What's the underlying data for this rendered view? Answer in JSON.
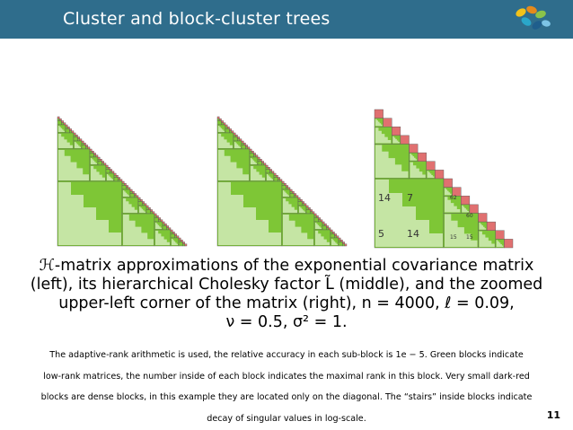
{
  "slide": {
    "title": "Cluster and block-cluster trees",
    "page_number": "11"
  },
  "caption": {
    "line1": "ℋ-matrix approximations of the exponential covariance matrix",
    "line2": "(left), its hierarchical Cholesky factor L̃ (middle), and the zoomed",
    "line3": "upper-left corner of the matrix (right), n = 4000, ℓ = 0.09,",
    "line4": "ν = 0.5, σ² = 1."
  },
  "note": {
    "line1": "The adaptive-rank arithmetic is used, the relative accuracy in each sub-block is 1e − 5. Green blocks indicate",
    "line2": "low-rank matrices, the number inside of each block indicates the maximal rank in this block. Very small dark-red",
    "line3": "blocks are dense blocks, in this example they are located only on the diagonal. The “stairs” inside blocks indicate",
    "line4": "decay of singular values in log-scale."
  },
  "zoom_labels": {
    "rank_14_a": "14",
    "rank_7": "7",
    "rank_5": "5",
    "rank_14_b": "14",
    "rank_15_a": "15",
    "rank_15_b": "15",
    "rank_62": "62",
    "rank_60": "60"
  },
  "colors": {
    "header": "#2f6d8c",
    "lowrank_green": "#7ec636",
    "dense_red": "#e07070",
    "block_border": "#555555"
  }
}
